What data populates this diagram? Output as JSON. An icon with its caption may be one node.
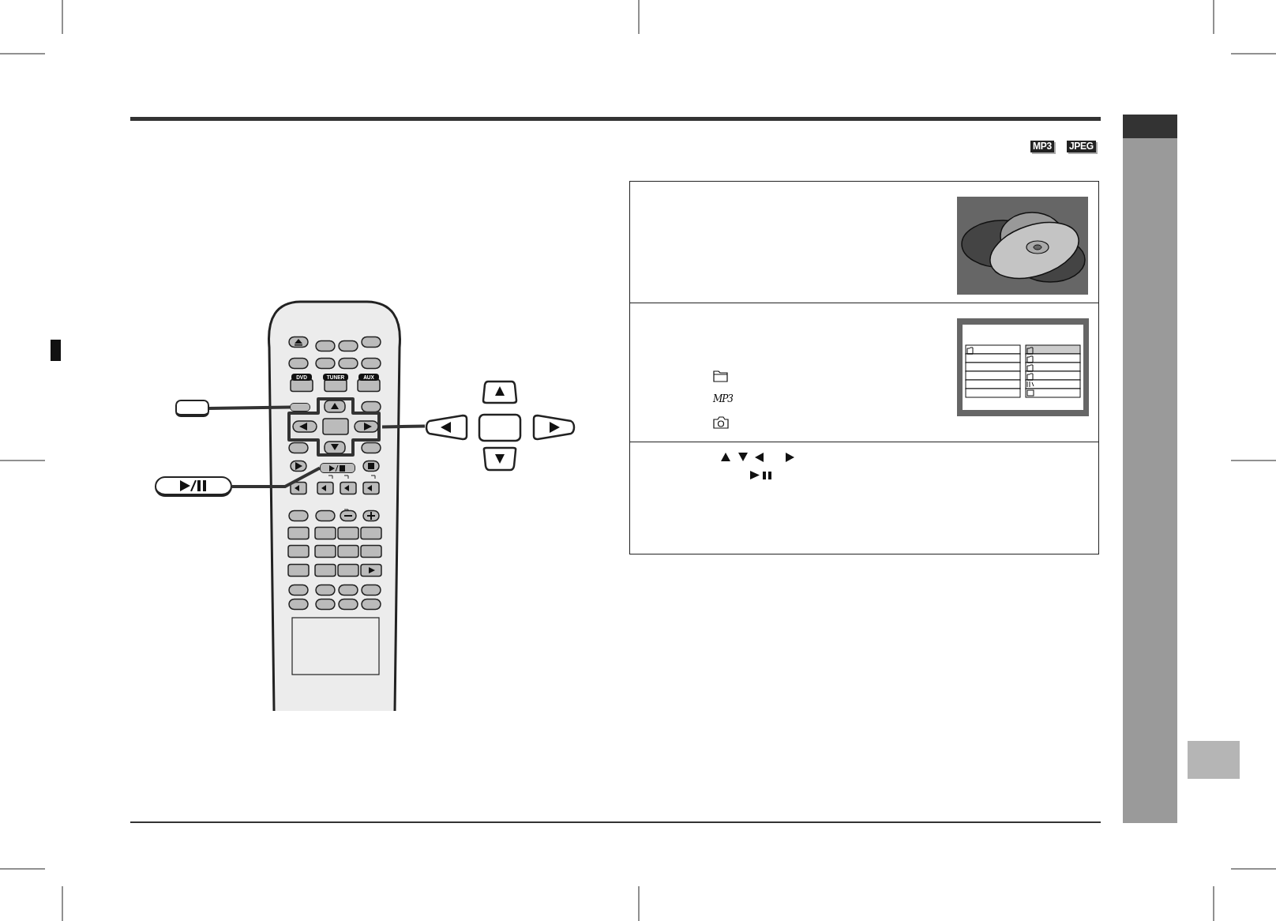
{
  "diagram": {
    "nodes": [
      {
        "text": [],
        "shape": "box"
      },
      {
        "text": [],
        "shape": "box"
      },
      {
        "text": [],
        "shape": "box"
      },
      {
        "text": [],
        "shape": "box"
      },
      {
        "text": [],
        "shape": "box"
      },
      {
        "text": [],
        "shape": "box"
      }
    ],
    "edges": [
      {
        "from": 0,
        "to": 2,
        "arrow": "none"
      },
      {
        "from": 1,
        "to": 3,
        "arrow": "none"
      },
      {
        "from": 4,
        "to": 5,
        "arrow": "none"
      }
    ],
    "labels": [
      "MP3",
      "JPEG",
      "DVD",
      "TUNER",
      "AUX",
      "MP3"
    ]
  }
}
